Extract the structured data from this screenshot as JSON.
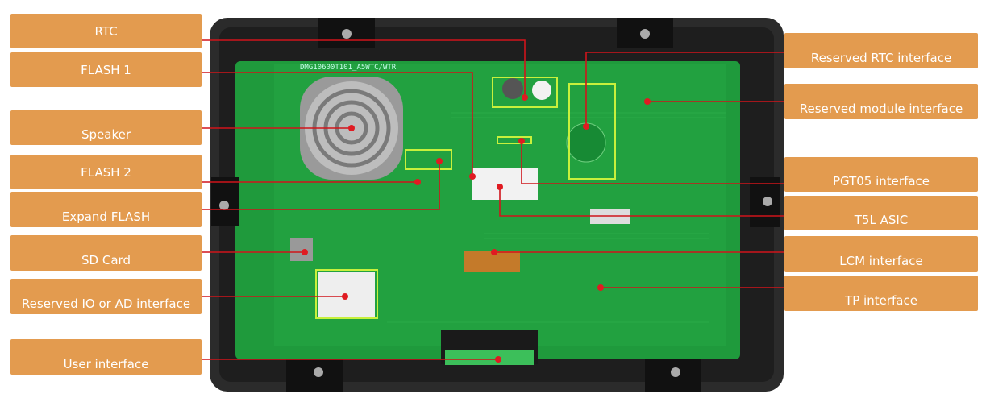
{
  "left_labels": [
    "RTC",
    "FLASH 1",
    "Speaker",
    "FLASH 2",
    "Expand FLASH",
    "SD Card",
    "Reserved IO or AD interface",
    "User interface"
  ],
  "right_labels": [
    "Reserved RTC interface",
    "Reserved module interface",
    "PGT05 interface",
    "T5L ASIC",
    "LCM interface",
    "TP interface"
  ],
  "board_text": "DMG10600T101_A5WTC/WTR",
  "colors": {
    "label_bg": "#e39b4f",
    "leader_line": "#d0141b",
    "pcb": "#1f9a3c",
    "enclosure": "#2b2b2b",
    "highlight": "#c8f03c"
  }
}
